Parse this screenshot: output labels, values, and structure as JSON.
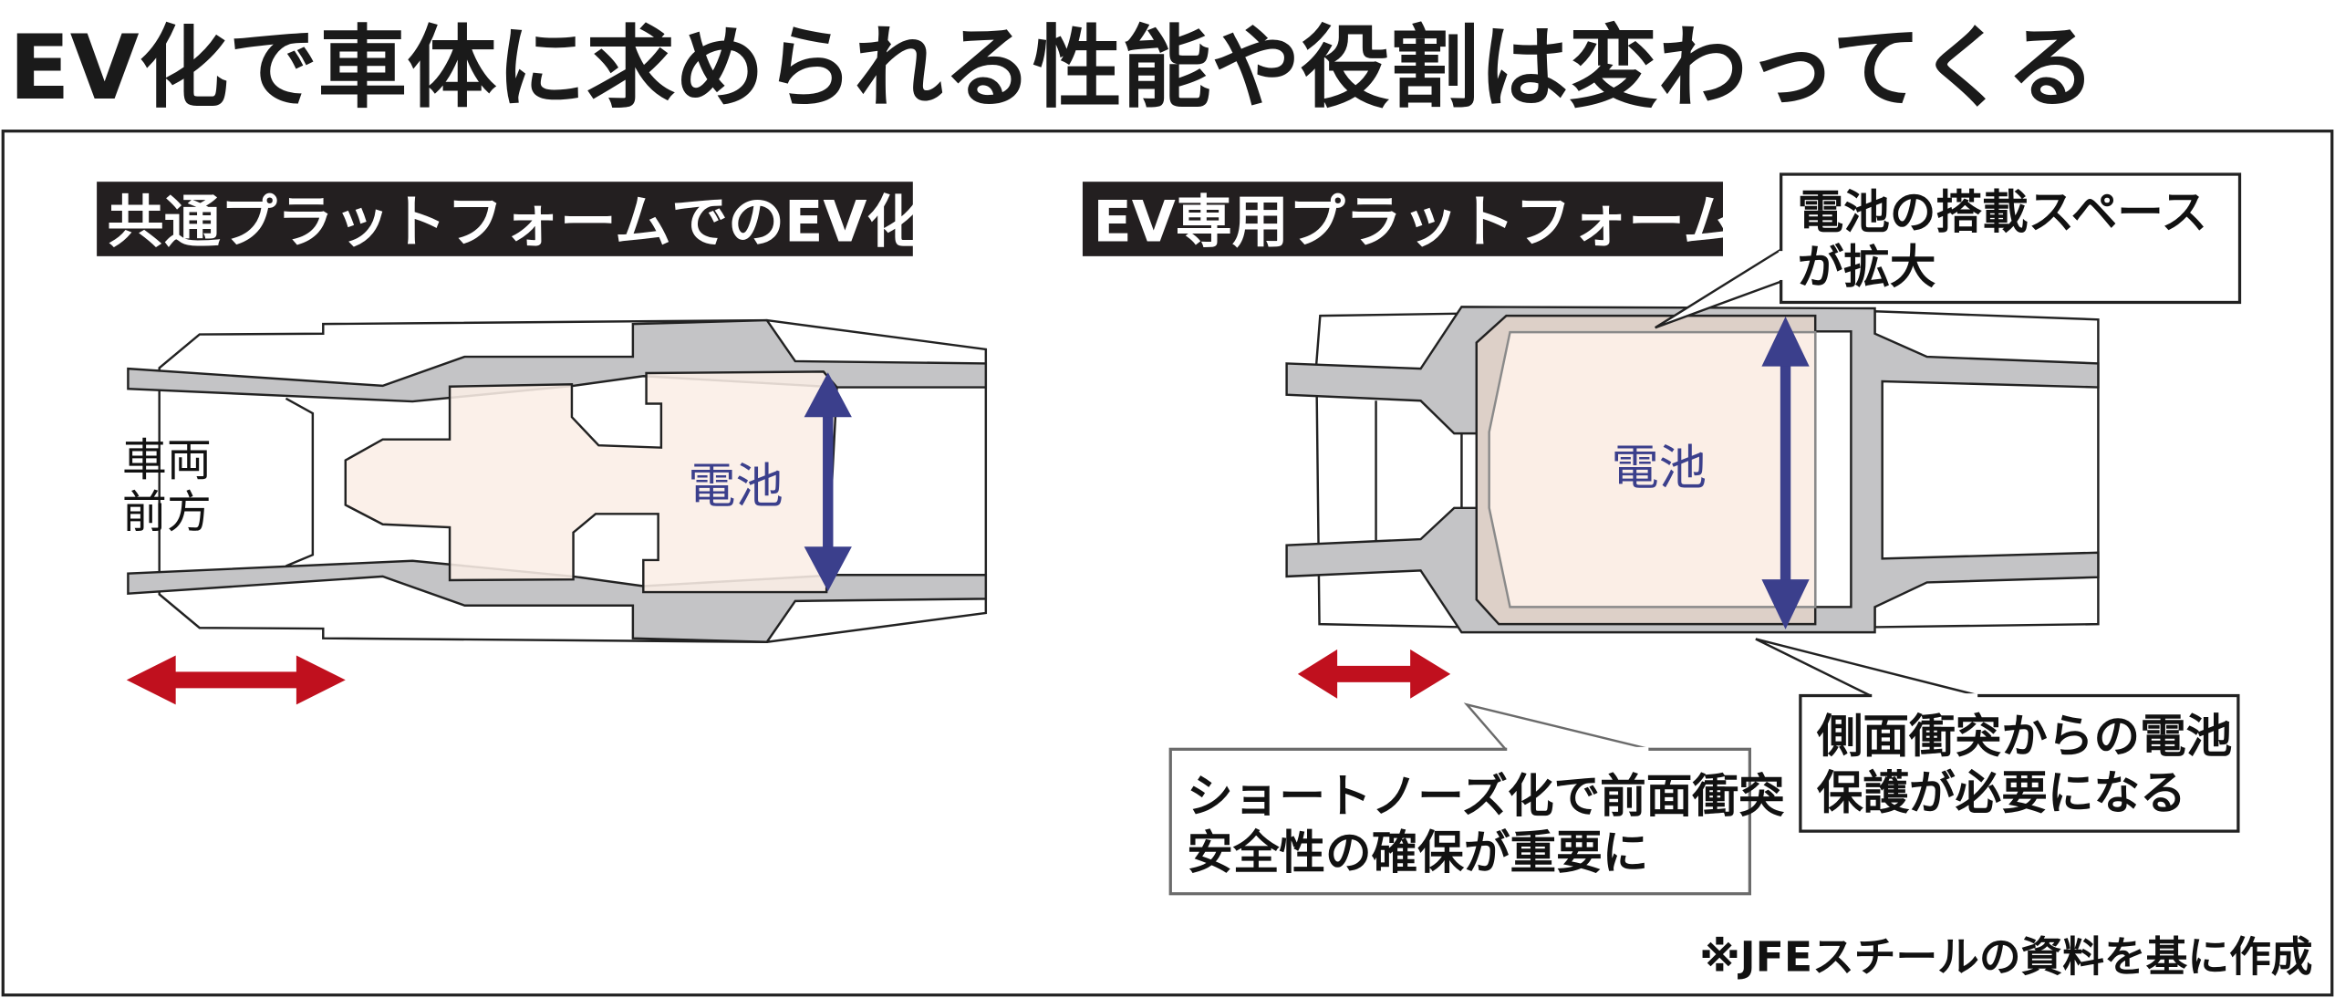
{
  "title": "EV化で車体に求められる性能や役割は変わってくる",
  "left_panel": {
    "heading": "共通プラットフォームでのEV化",
    "front_label_line1": "車両",
    "front_label_line2": "前方",
    "battery_label": "電池"
  },
  "right_panel": {
    "heading": "EV専用プラットフォーム",
    "battery_label": "電池",
    "callout_space": {
      "line1": "電池の搭載スペース",
      "line2": "が拡大"
    },
    "callout_side": {
      "line1": "側面衝突からの電池",
      "line2": "保護が必要になる"
    },
    "callout_front": {
      "line1": "ショートノーズ化で前面衝突",
      "line2": "安全性の確保が重要に"
    }
  },
  "footnote": "※JFEスチールの資料を基に作成",
  "colors": {
    "frame_gray": "#c4c4c6",
    "battery_fill": "#fbeee6",
    "battery_band": "#ddd0c8",
    "arrow_blue": "#3b3f8c",
    "arrow_red": "#c0101e",
    "heading_bg": "#231f20"
  }
}
